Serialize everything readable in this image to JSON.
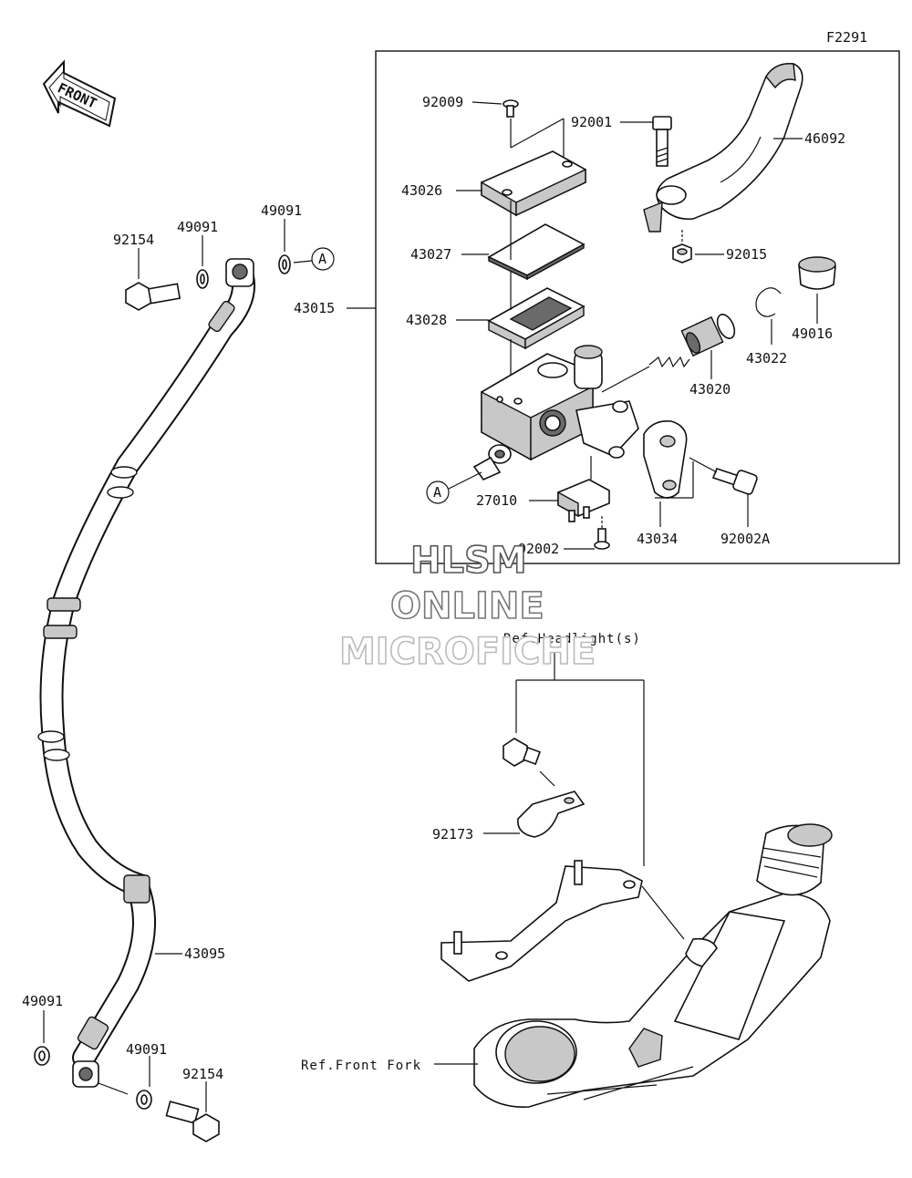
{
  "figure_id": "F2291",
  "front_label": "FRONT",
  "callout_a": "A",
  "watermark": {
    "line1": "HLSM",
    "line2": "ONLINE",
    "line3": "MICROFICHE"
  },
  "references": {
    "headlight": "Ref.Headlight(s)",
    "front_fork": "Ref.Front Fork"
  },
  "parts": {
    "p92009": "92009",
    "p92001": "92001",
    "p46092": "46092",
    "p43026": "43026",
    "p43027": "43027",
    "p92015": "92015",
    "p43015": "43015",
    "p43028": "43028",
    "p49016": "49016",
    "p43022": "43022",
    "p43020": "43020",
    "p27010": "27010",
    "p92002": "92002",
    "p43034": "43034",
    "p92002a": "92002A",
    "p92154_top": "92154",
    "p49091_top_a": "49091",
    "p49091_top_b": "49091",
    "p43095": "43095",
    "p49091_bot_a": "49091",
    "p49091_bot_b": "49091",
    "p92154_bot": "92154",
    "p92173": "92173"
  }
}
